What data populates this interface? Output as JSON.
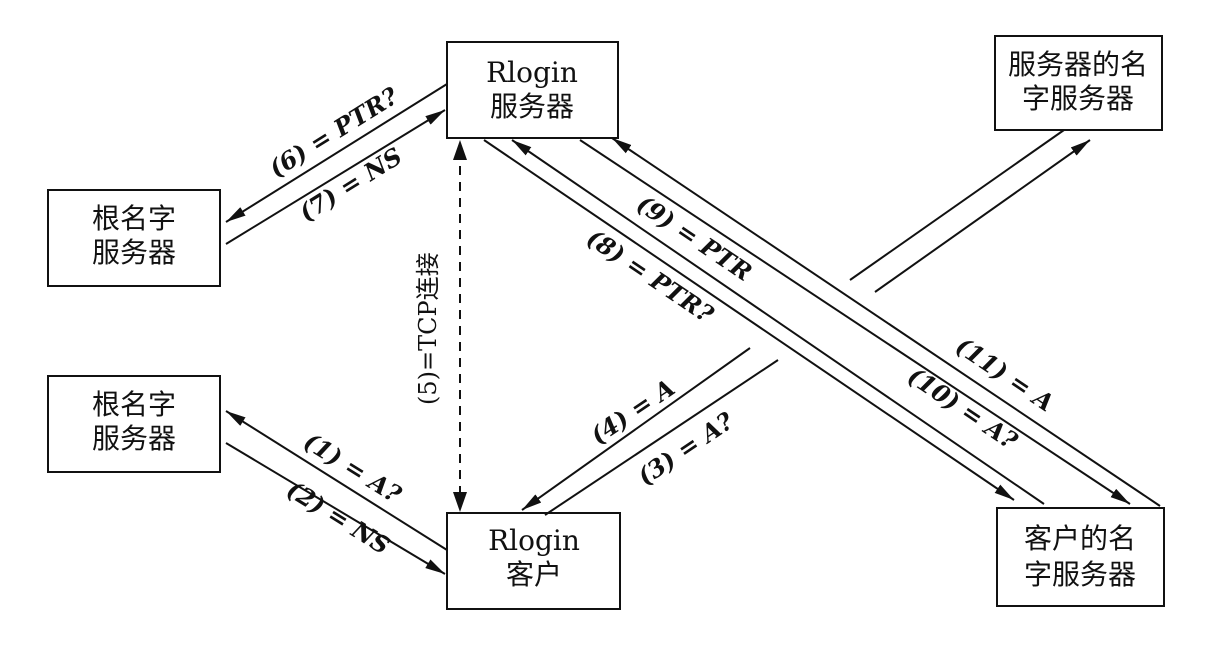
{
  "nodes": {
    "rlogin_server": [
      "Rlogin",
      "服务器"
    ],
    "server_ns": [
      "服务器的名",
      "字服务器"
    ],
    "root_ns_top": [
      "根名字",
      "服务器"
    ],
    "root_ns_bottom": [
      "根名字",
      "服务器"
    ],
    "rlogin_client": [
      "Rlogin",
      "客户"
    ],
    "client_ns": [
      "客户的名",
      "字服务器"
    ]
  },
  "steps": {
    "s1": "(1) = A?",
    "s2": "(2) = NS",
    "s3": "(3) = A?",
    "s4": "(4) = A",
    "s5": "(5)=TCP连接",
    "s6": "(6) = PTR?",
    "s7": "(7) = NS",
    "s8": "(8) = PTR?",
    "s9": "(9) = PTR",
    "s10": "(10) = A?",
    "s11": "(11) = A"
  }
}
